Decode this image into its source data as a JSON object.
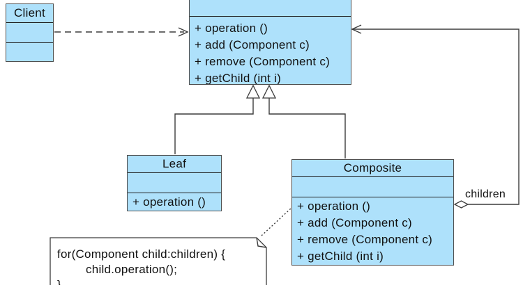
{
  "client": {
    "title": "Client"
  },
  "component": {
    "methods": [
      "+ operation ()",
      "+ add (Component c)",
      "+ remove (Component c)",
      "+ getChild (int i)"
    ]
  },
  "leaf": {
    "title": "Leaf",
    "methods": [
      "+ operation ()"
    ]
  },
  "composite": {
    "title": "Composite",
    "methods": [
      "+ operation ()",
      "+ add (Component c)",
      "+ remove (Component c)",
      "+ getChild (int i)"
    ]
  },
  "note": {
    "lines": [
      "for(Component child:children) {",
      "child.operation();",
      "}"
    ]
  },
  "labels": {
    "children": "children"
  },
  "colors": {
    "class_fill": "#AEE1FB",
    "class_border": "#4F4F4F",
    "divider": "#1E1E1E",
    "line": "#3C3C3C",
    "note_fill": "#FFFFFF"
  }
}
